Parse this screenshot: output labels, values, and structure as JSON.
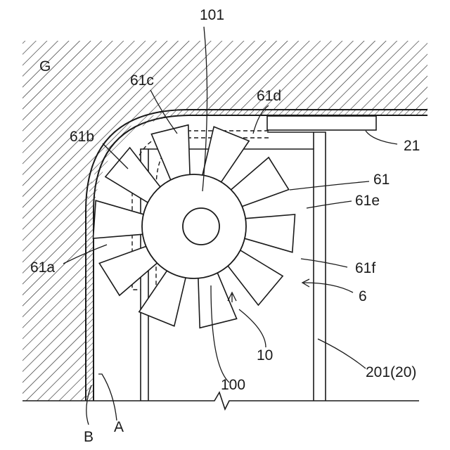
{
  "labels": {
    "g": "G",
    "l101": "101",
    "l61c": "61c",
    "l61d": "61d",
    "l61b": "61b",
    "l21": "21",
    "l61": "61",
    "l61e": "61e",
    "l61a": "61a",
    "l61f": "61f",
    "l6": "6",
    "l10": "10",
    "l201": "201(20)",
    "l100": "100",
    "lB": "B",
    "lA": "A"
  },
  "fan": {
    "blade_count": 10
  }
}
